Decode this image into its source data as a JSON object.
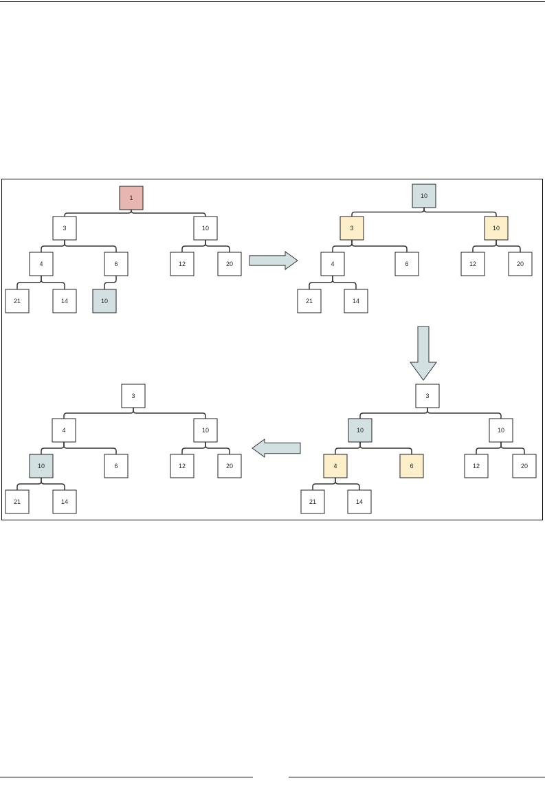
{
  "colors": {
    "default": "#ffffff",
    "removed": "#e8b6b0",
    "moved": "#d3e0e2",
    "compared": "#fdefca",
    "arrow_fill": "#d3e0e2",
    "edge": "#333333"
  },
  "trees": [
    {
      "name": "step-1",
      "nodes": [
        {
          "id": "a",
          "label": "1",
          "state": "removed"
        },
        {
          "id": "b",
          "label": "3",
          "state": "default"
        },
        {
          "id": "c",
          "label": "10",
          "state": "default"
        },
        {
          "id": "d",
          "label": "4",
          "state": "default"
        },
        {
          "id": "e",
          "label": "6",
          "state": "default"
        },
        {
          "id": "f",
          "label": "12",
          "state": "default"
        },
        {
          "id": "g",
          "label": "20",
          "state": "default"
        },
        {
          "id": "h",
          "label": "21",
          "state": "default"
        },
        {
          "id": "i",
          "label": "14",
          "state": "default"
        },
        {
          "id": "j",
          "label": "10",
          "state": "moved"
        }
      ],
      "edges": [
        [
          "a",
          "b"
        ],
        [
          "a",
          "c"
        ],
        [
          "b",
          "d"
        ],
        [
          "b",
          "e"
        ],
        [
          "c",
          "f"
        ],
        [
          "c",
          "g"
        ],
        [
          "d",
          "h"
        ],
        [
          "d",
          "i"
        ],
        [
          "e",
          "j"
        ]
      ]
    },
    {
      "name": "step-2",
      "nodes": [
        {
          "id": "a",
          "label": "10",
          "state": "moved"
        },
        {
          "id": "b",
          "label": "3",
          "state": "compared"
        },
        {
          "id": "c",
          "label": "10",
          "state": "compared"
        },
        {
          "id": "d",
          "label": "4",
          "state": "default"
        },
        {
          "id": "e",
          "label": "6",
          "state": "default"
        },
        {
          "id": "f",
          "label": "12",
          "state": "default"
        },
        {
          "id": "g",
          "label": "20",
          "state": "default"
        },
        {
          "id": "h",
          "label": "21",
          "state": "default"
        },
        {
          "id": "i",
          "label": "14",
          "state": "default"
        }
      ],
      "edges": [
        [
          "a",
          "b"
        ],
        [
          "a",
          "c"
        ],
        [
          "b",
          "d"
        ],
        [
          "b",
          "e"
        ],
        [
          "c",
          "f"
        ],
        [
          "c",
          "g"
        ],
        [
          "d",
          "h"
        ],
        [
          "d",
          "i"
        ]
      ]
    },
    {
      "name": "step-3",
      "nodes": [
        {
          "id": "a",
          "label": "3",
          "state": "default"
        },
        {
          "id": "b",
          "label": "10",
          "state": "moved"
        },
        {
          "id": "c",
          "label": "10",
          "state": "default"
        },
        {
          "id": "d",
          "label": "4",
          "state": "compared"
        },
        {
          "id": "e",
          "label": "6",
          "state": "compared"
        },
        {
          "id": "f",
          "label": "12",
          "state": "default"
        },
        {
          "id": "g",
          "label": "20",
          "state": "default"
        },
        {
          "id": "h",
          "label": "21",
          "state": "default"
        },
        {
          "id": "i",
          "label": "14",
          "state": "default"
        }
      ],
      "edges": [
        [
          "a",
          "b"
        ],
        [
          "a",
          "c"
        ],
        [
          "b",
          "d"
        ],
        [
          "b",
          "e"
        ],
        [
          "c",
          "f"
        ],
        [
          "c",
          "g"
        ],
        [
          "d",
          "h"
        ],
        [
          "d",
          "i"
        ]
      ]
    },
    {
      "name": "step-4",
      "nodes": [
        {
          "id": "a",
          "label": "3",
          "state": "default"
        },
        {
          "id": "b",
          "label": "4",
          "state": "default"
        },
        {
          "id": "c",
          "label": "10",
          "state": "default"
        },
        {
          "id": "d",
          "label": "10",
          "state": "moved"
        },
        {
          "id": "e",
          "label": "6",
          "state": "default"
        },
        {
          "id": "f",
          "label": "12",
          "state": "default"
        },
        {
          "id": "g",
          "label": "20",
          "state": "default"
        },
        {
          "id": "h",
          "label": "21",
          "state": "default"
        },
        {
          "id": "i",
          "label": "14",
          "state": "default"
        }
      ],
      "edges": [
        [
          "a",
          "b"
        ],
        [
          "a",
          "c"
        ],
        [
          "b",
          "d"
        ],
        [
          "b",
          "e"
        ],
        [
          "c",
          "f"
        ],
        [
          "c",
          "g"
        ],
        [
          "d",
          "h"
        ],
        [
          "d",
          "i"
        ]
      ]
    }
  ],
  "arrows": [
    {
      "name": "arrow-right",
      "direction": "right"
    },
    {
      "name": "arrow-down",
      "direction": "down"
    },
    {
      "name": "arrow-left",
      "direction": "left"
    }
  ]
}
